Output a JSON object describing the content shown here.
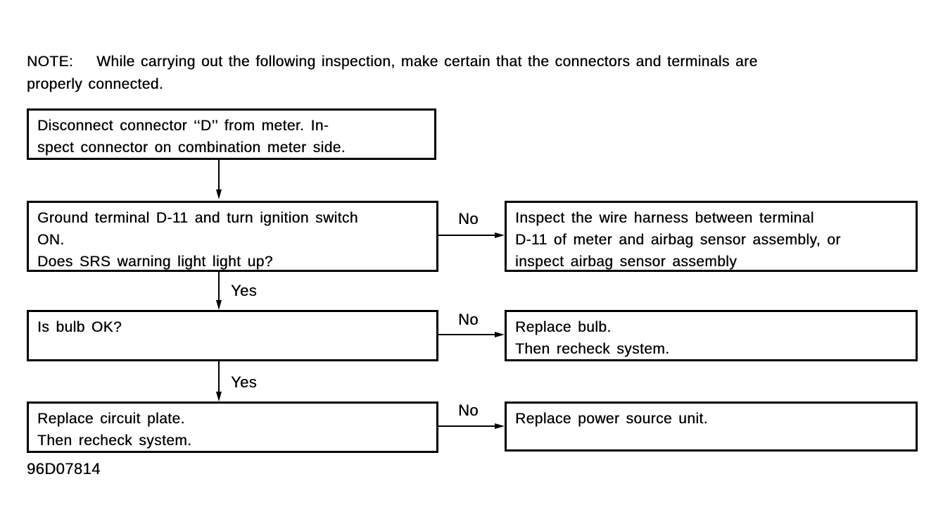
{
  "note": {
    "line1": "NOTE:    While carrying out the following inspection, make certain that the connectors and terminals are",
    "line2": "properly connected."
  },
  "flowchart": {
    "left_boxes": [
      {
        "name": "disconnect-connector",
        "lines": [
          "Disconnect connector ‘‘D’’ from meter. In-",
          "spect connector on combination meter side."
        ]
      },
      {
        "name": "ground-terminal",
        "lines": [
          "Ground terminal D-11 and turn ignition switch",
          "ON.",
          "Does SRS warning light light up?"
        ]
      },
      {
        "name": "is-bulb-ok",
        "lines": [
          "Is bulb OK?"
        ]
      },
      {
        "name": "replace-circuit-plate",
        "lines": [
          "Replace circuit plate.",
          "Then recheck system."
        ]
      }
    ],
    "right_boxes": [
      {
        "name": "inspect-wire-harness",
        "lines": [
          "Inspect the wire harness between terminal",
          "D-11 of meter and airbag sensor assembly, or",
          "inspect airbag sensor assembly"
        ]
      },
      {
        "name": "replace-bulb",
        "lines": [
          "Replace bulb.",
          "Then recheck system."
        ]
      },
      {
        "name": "replace-power-source-unit",
        "lines": [
          "Replace power source unit."
        ]
      }
    ],
    "edge_labels": {
      "yes1": "Yes",
      "yes2": "Yes",
      "no1": "No",
      "no2": "No",
      "no3": "No"
    }
  },
  "figure_id": "96D07814",
  "colors": {
    "ink": "#000000",
    "paper": "#ffffff"
  }
}
